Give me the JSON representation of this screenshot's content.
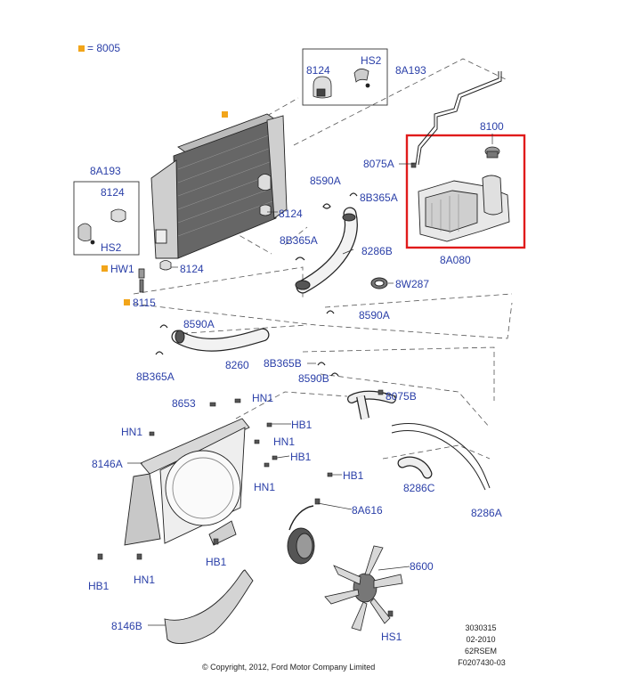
{
  "legend": {
    "text": "= 8005",
    "color": "#f2a51a"
  },
  "labels": {
    "l8124a": "8124",
    "lHS2a": "HS2",
    "l8A193a": "8A193",
    "l8100": "8100",
    "l8075Aa": "8075A",
    "l8A080": "8A080",
    "l8A193b": "8A193",
    "l8124b": "8124",
    "lHS2b": "HS2",
    "l8590Aa": "8590A",
    "l8B365Aa": "8B365A",
    "l8124c": "8124",
    "l8B365Ab": "8B365A",
    "l8286B": "8286B",
    "l8W287": "8W287",
    "lHW1": "HW1",
    "l8124d": "8124",
    "l8115": "8115",
    "l8590Ab": "8590A",
    "l8590Ac": "8590A",
    "l8260": "8260",
    "l8B365Ac": "8B365A",
    "l8B365Bb": "8B365B",
    "l8590Bb": "8590B",
    "l8075B": "8075B",
    "l8653": "8653",
    "lHN1a": "HN1",
    "lHN1b": "HN1",
    "lHB1a": "HB1",
    "lHN1c": "HN1",
    "l8146A": "8146A",
    "lHB1b": "HB1",
    "lHN1d": "HN1",
    "lHB1c": "HB1",
    "l8286C": "8286C",
    "l8A616": "8A616",
    "l8286A": "8286A",
    "l8600": "8600",
    "lHB1d": "HB1",
    "lHN1e": "HN1",
    "lHB1e": "HB1",
    "l8146B": "8146B",
    "lHS1": "HS1"
  },
  "reference": {
    "line1": "3030315",
    "line2": "02-2010",
    "line3": "62RSEM",
    "line4": "F0207430-03"
  },
  "copyright": "© Copyright, 2012, Ford Motor Company Limited",
  "colors": {
    "label": "#2a3fa8",
    "highlight": "#e01b1b",
    "marker": "#f2a51a",
    "line": "#333333"
  }
}
